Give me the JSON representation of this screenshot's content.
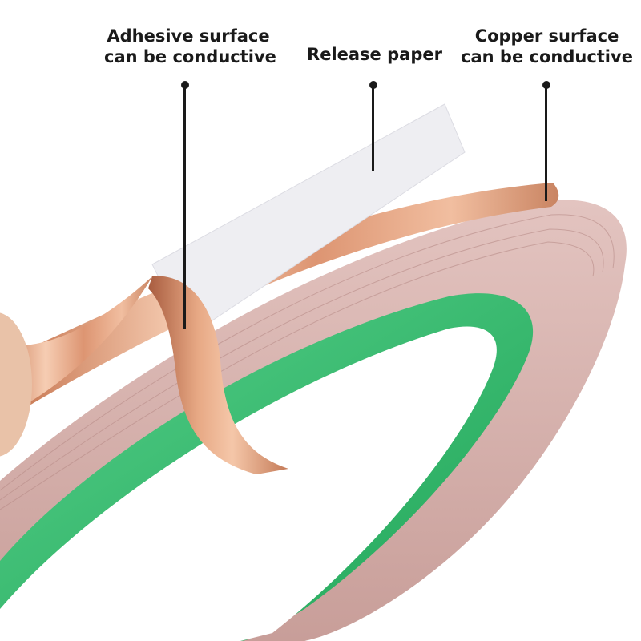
{
  "callouts": {
    "adhesive": {
      "line1": "Adhesive surface",
      "line2": "can be conductive"
    },
    "release": {
      "line1": "Release paper"
    },
    "copper": {
      "line1": "Copper surface",
      "line2": "can be conductive"
    }
  },
  "colors": {
    "copper_light": "#f3c3a6",
    "copper_mid": "#d98b66",
    "copper_dark": "#b76a4a",
    "roll_edge": "#d6b0ad",
    "core_green": "#2fbb6a",
    "release_paper": "#eeeef2",
    "text": "#1a1a1a"
  }
}
